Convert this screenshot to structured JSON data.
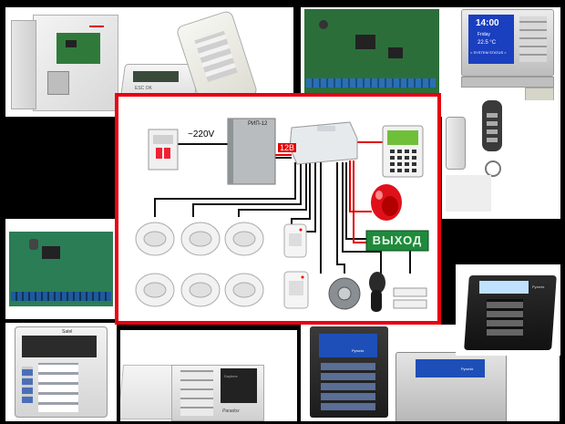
{
  "diagram": {
    "voltage_label": "~220V",
    "psu_label": "РИП-12",
    "psu_output_label": "12В",
    "exit_sign_text": "ВЫХОД"
  },
  "keypad_tl": {
    "display_text": "ESC OK"
  },
  "keypad_tr": {
    "time": "14:00",
    "date": "Friday",
    "temp": "22.5 °C",
    "status": "< SYSTEM STATUS >"
  },
  "keypad_lb": {
    "brand": "Satel"
  },
  "keypad_cb": {
    "brand": "Paradox",
    "text": "Daytime"
  },
  "keypad_rb1": {
    "brand": "Pyronix"
  },
  "keypad_rb2": {
    "brand": "Pyronix"
  },
  "keypad_rt": {
    "brand": "Pyronix"
  },
  "colors": {
    "frame_red": "#e8000f",
    "exit_sign_green": "#1f8a3c",
    "wire_black": "#111111",
    "wire_red": "#e00000",
    "background_black": "#000000"
  }
}
